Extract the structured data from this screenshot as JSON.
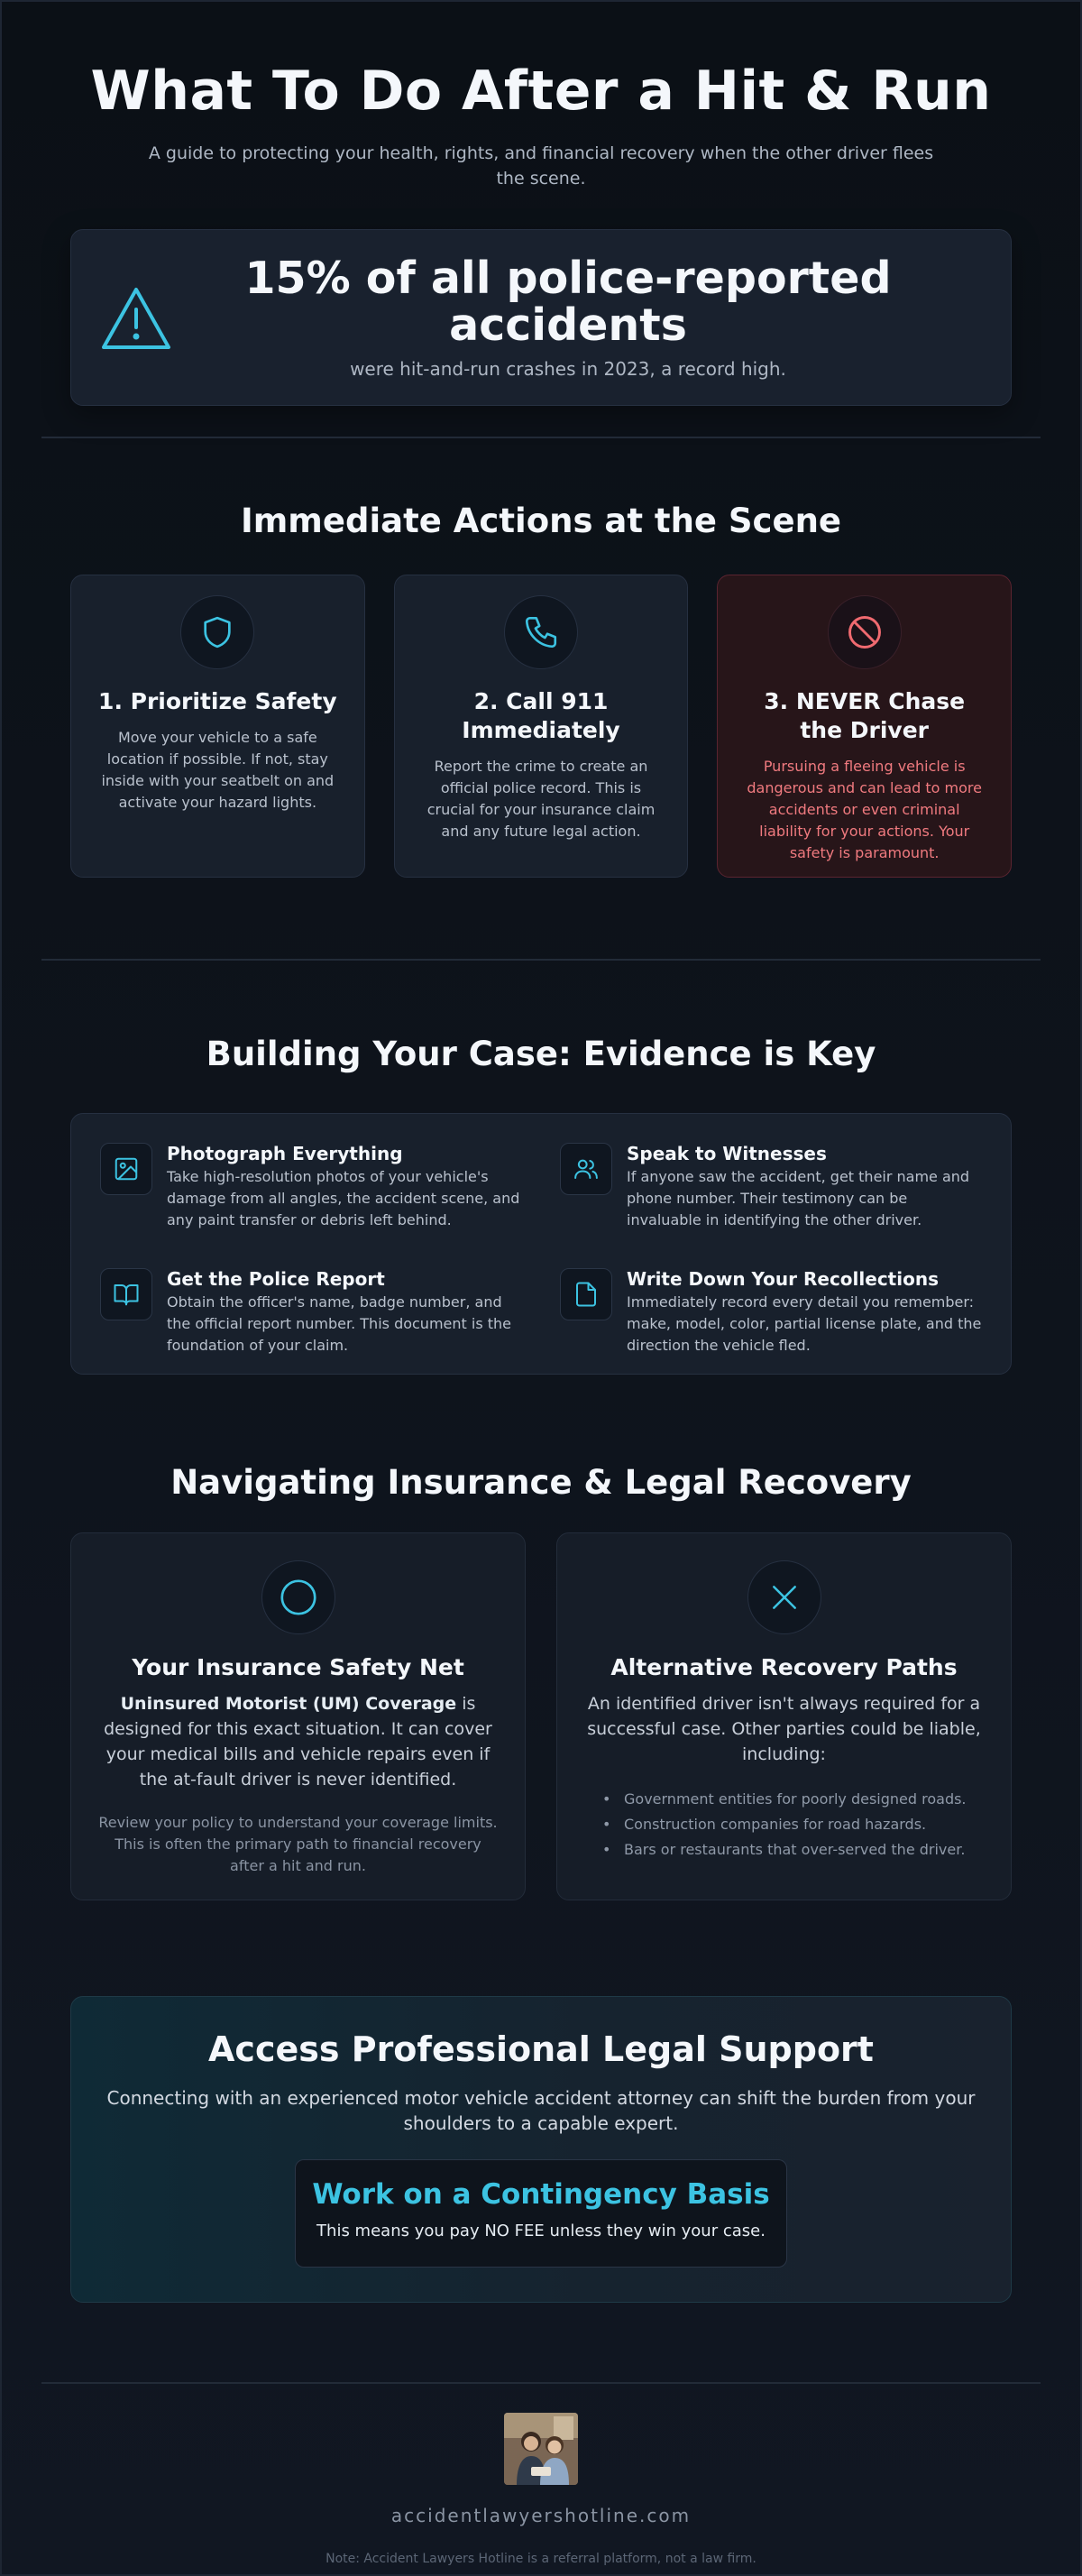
{
  "header": {
    "title": "What To Do After a Hit & Run",
    "subtitle": "A guide to protecting your health, rights, and financial recovery when the other driver flees the scene."
  },
  "stat": {
    "icon": "warning-triangle-icon",
    "headline": "15% of all police-reported accidents",
    "caption": "were hit-and-run crashes in 2023, a record high."
  },
  "immediate": {
    "title": "Immediate Actions at the Scene",
    "cards": [
      {
        "icon": "shield-icon",
        "title": "1. Prioritize Safety",
        "text": "Move your vehicle to a safe location if possible. If not, stay inside with your seatbelt on and activate your hazard lights."
      },
      {
        "icon": "phone-icon",
        "title": "2. Call 911 Immediately",
        "text": "Report the crime to create an official police record. This is crucial for your insurance claim and any future legal action."
      },
      {
        "icon": "prohibited-icon",
        "title": "3. NEVER Chase the Driver",
        "text": "Pursuing a fleeing vehicle is dangerous and can lead to more accidents or even criminal liability for your actions. Your safety is paramount."
      }
    ]
  },
  "evidence": {
    "title": "Building Your Case: Evidence is Key",
    "items": [
      {
        "icon": "image-icon",
        "title": "Photograph Everything",
        "text": "Take high-resolution photos of your vehicle's damage from all angles, the accident scene, and any paint transfer or debris left behind."
      },
      {
        "icon": "users-icon",
        "title": "Speak to Witnesses",
        "text": "If anyone saw the accident, get their name and phone number. Their testimony can be invaluable in identifying the other driver."
      },
      {
        "icon": "book-icon",
        "title": "Get the Police Report",
        "text": "Obtain the officer's name, badge number, and the official report number. This document is the foundation of your claim."
      },
      {
        "icon": "file-icon",
        "title": "Write Down Your Recollections",
        "text": "Immediately record every detail you remember: make, model, color, partial license plate, and the direction the vehicle fled."
      }
    ]
  },
  "recovery": {
    "title": "Navigating Insurance & Legal Recovery",
    "insurance": {
      "icon": "circle-icon",
      "title": "Your Insurance Safety Net",
      "bold": "Uninsured Motorist (UM) Coverage",
      "text": " is designed for this exact situation. It can cover your medical bills and vehicle repairs even if the at-fault driver is never identified.",
      "note": "Review your policy to understand your coverage limits. This is often the primary path to financial recovery after a hit and run."
    },
    "alternative": {
      "icon": "x-icon",
      "title": "Alternative Recovery Paths",
      "text": "An identified driver isn't always required for a successful case. Other parties could be liable, including:",
      "list": [
        "Government entities for poorly designed roads.",
        "Construction companies for road hazards.",
        "Bars or restaurants that over-served the driver."
      ]
    }
  },
  "cta": {
    "title": "Access Professional Legal Support",
    "text": "Connecting with an experienced motor vehicle accident attorney can shift the burden from your shoulders to a capable expert.",
    "box_title": "Work on a Contingency Basis",
    "box_text": "This means you pay NO FEE unless they win your case."
  },
  "footer": {
    "domain": "accidentlawyershotline.com",
    "note": "Note: Accident Lawyers Hotline is a referral platform, not a law firm."
  },
  "colors": {
    "accent": "#3cc3e2",
    "danger": "#f06a70",
    "background": "#0d1117",
    "card": "#18202c"
  }
}
